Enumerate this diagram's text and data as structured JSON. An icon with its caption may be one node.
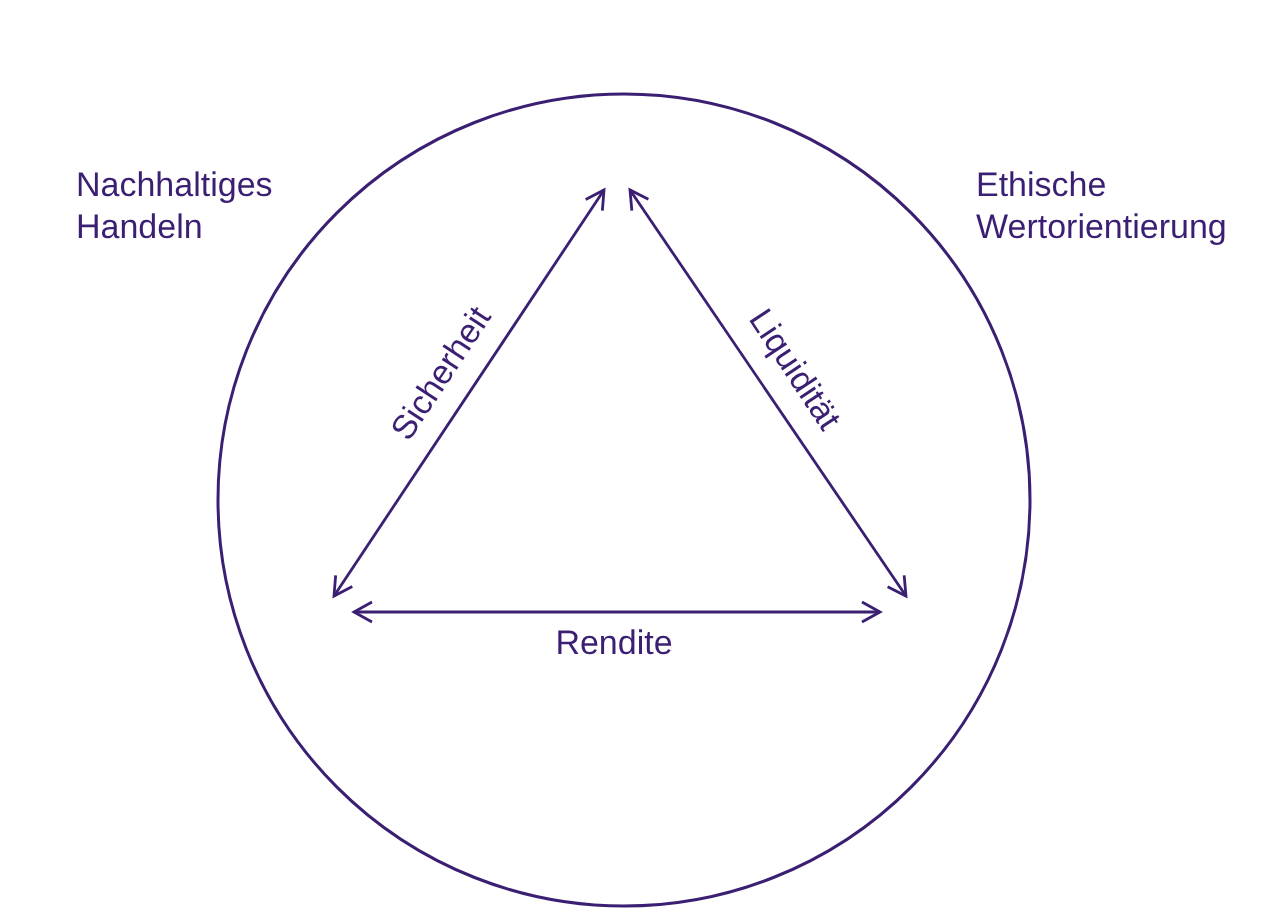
{
  "diagram": {
    "nodes": [
      {
        "text": [],
        "shape": "circle",
        "beside": [
          "Nachhaltiges Handeln",
          "Ethische Wertorientierung"
        ]
      }
    ],
    "labels": [
      "Sicherheit",
      "Liquidität",
      "Rendite"
    ]
  }
}
